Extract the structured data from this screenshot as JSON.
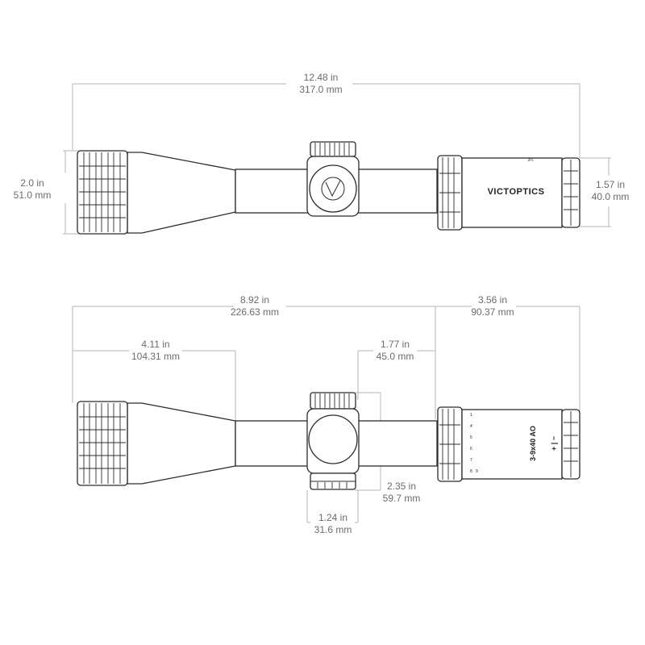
{
  "top_view": {
    "overall_length": {
      "imperial": "12.48 in",
      "metric": "317.0 mm"
    },
    "objective_diameter": {
      "imperial": "2.0 in",
      "metric": "51.0 mm"
    },
    "eyepiece_diameter": {
      "imperial": "1.57 in",
      "metric": "40.0 mm"
    },
    "brand_label": "VICTOPTICS",
    "side_mark": "3¼"
  },
  "side_view": {
    "front_to_turret": {
      "imperial": "8.92 in",
      "metric": "226.63 mm"
    },
    "turret_to_rear": {
      "imperial": "3.56 in",
      "metric": "90.37 mm"
    },
    "objective_section": {
      "imperial": "4.11 in",
      "metric": "104.31 mm"
    },
    "turret_housing_width": {
      "imperial": "1.77 in",
      "metric": "45.0 mm"
    },
    "turret_height": {
      "imperial": "2.35 in",
      "metric": "59.7 mm"
    },
    "turret_base": {
      "imperial": "1.24 in",
      "metric": "31.6 mm"
    },
    "model_label": "3-9x40 AO",
    "power_marks": [
      "1",
      "4",
      "5",
      "6",
      "7",
      "8",
      "9"
    ],
    "plus_minus": "+ | −"
  }
}
